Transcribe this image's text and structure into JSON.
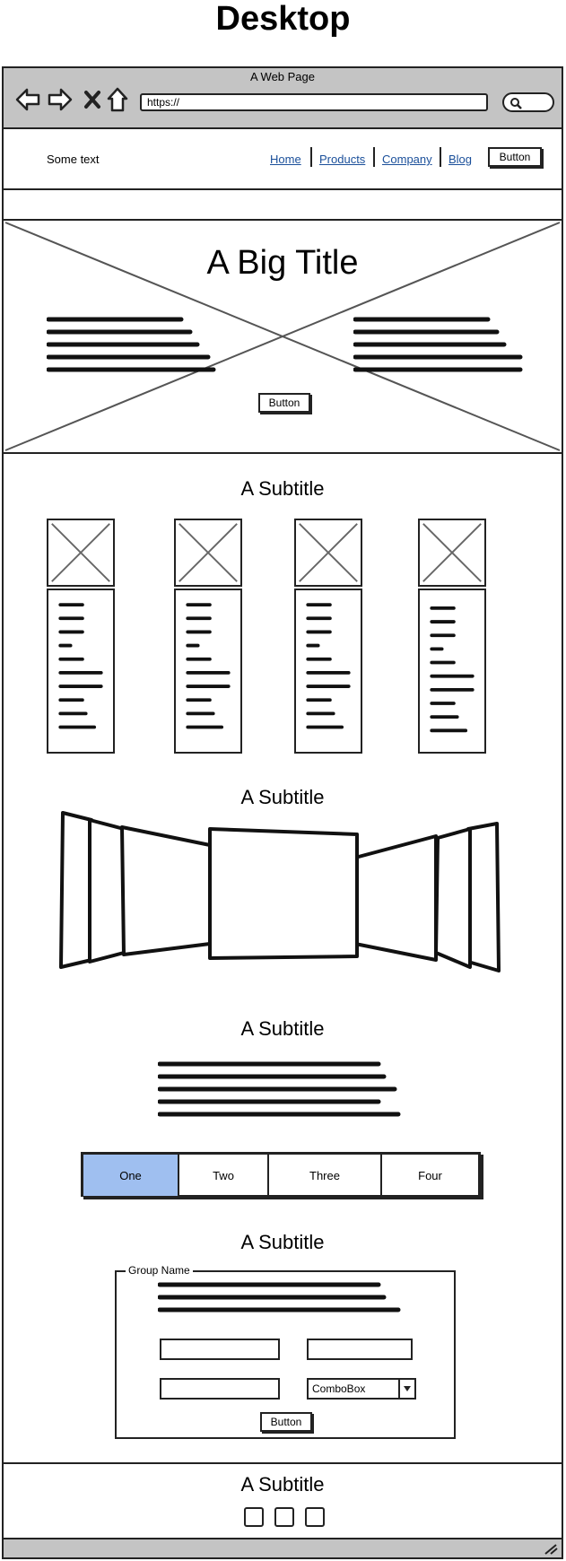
{
  "page_title": "Desktop",
  "browser": {
    "window_title": "A Web Page",
    "url": "https://",
    "icons": [
      "back-icon",
      "forward-icon",
      "close-icon",
      "home-icon"
    ]
  },
  "header": {
    "left_text": "Some text",
    "nav": [
      "Home",
      "Products",
      "Company",
      "Blog"
    ],
    "button": "Button",
    "link_color": "#1a4f9a"
  },
  "hero": {
    "title": "A Big Title",
    "button": "Button"
  },
  "sections": {
    "cards_title": "A Subtitle",
    "carousel_title": "A Subtitle",
    "tabs_title": "A Subtitle",
    "form_title": "A Subtitle",
    "footer_title": "A Subtitle"
  },
  "tabs": {
    "items": [
      "One",
      "Two",
      "Three",
      "Four"
    ],
    "selected": "One",
    "selected_color": "#9fbff0"
  },
  "form": {
    "group_name": "Group Name",
    "combobox": "ComboBox",
    "button": "Button"
  }
}
